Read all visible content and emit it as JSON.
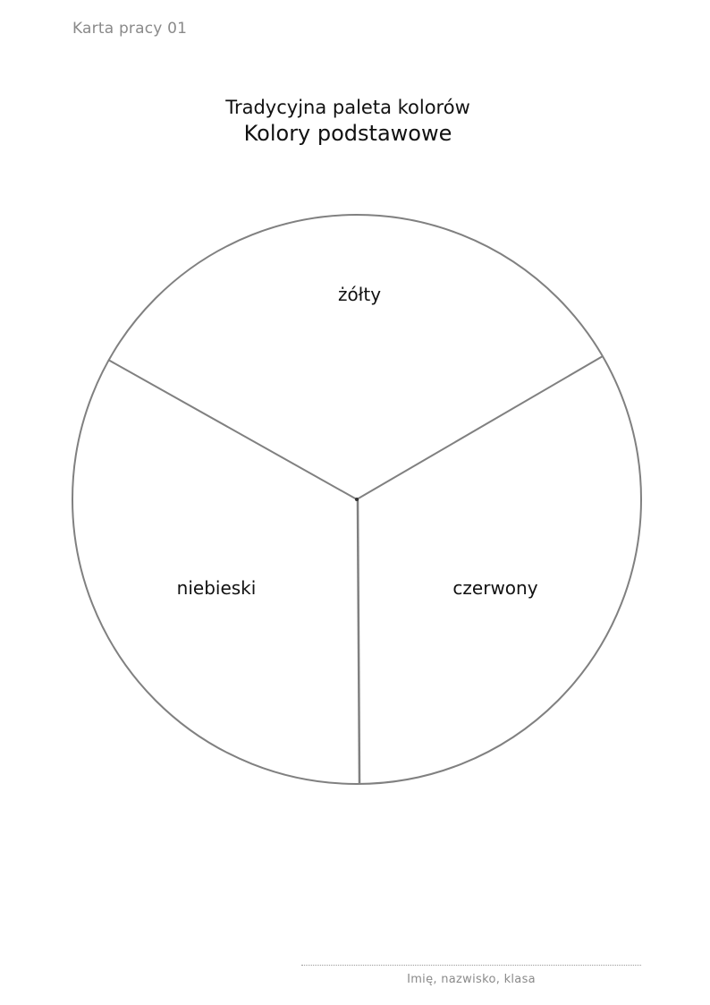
{
  "header": {
    "label": "Karta pracy 01"
  },
  "heading": {
    "subtitle": "Tradycyjna paleta kolorów",
    "title": "Kolory podstawowe"
  },
  "wheel": {
    "segments": [
      {
        "label": "żółty"
      },
      {
        "label": "niebieski"
      },
      {
        "label": "czerwony"
      }
    ],
    "stroke_color": "#808080"
  },
  "footer": {
    "name_caption": "Imię, nazwisko, klasa"
  }
}
